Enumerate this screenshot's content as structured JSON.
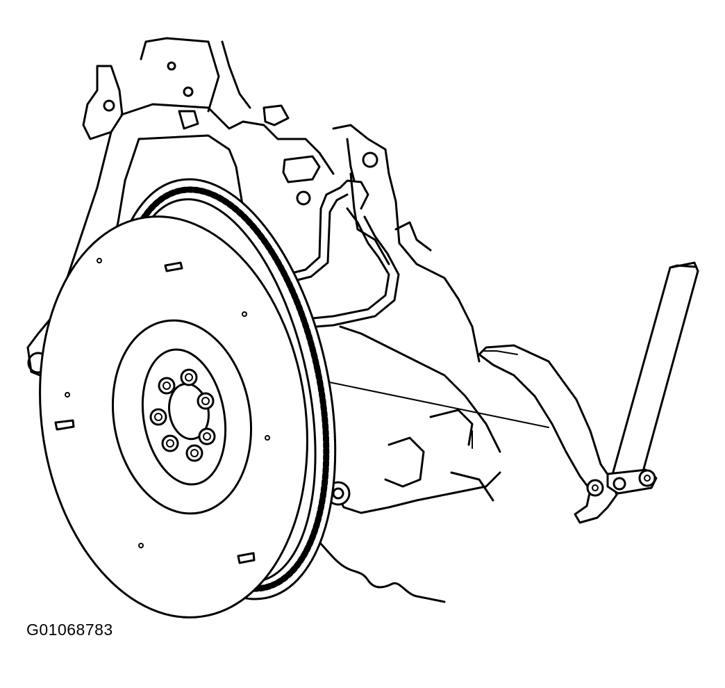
{
  "figure": {
    "id_label": "G01068783"
  },
  "parts": [
    {
      "name": "flywheel",
      "icon": "flywheel-icon"
    },
    {
      "name": "ring-gear",
      "icon": "ring-gear-icon"
    },
    {
      "name": "flywheel-holding-tool",
      "icon": "holding-tool-icon"
    },
    {
      "name": "engine-block",
      "icon": "engine-block-icon"
    }
  ]
}
